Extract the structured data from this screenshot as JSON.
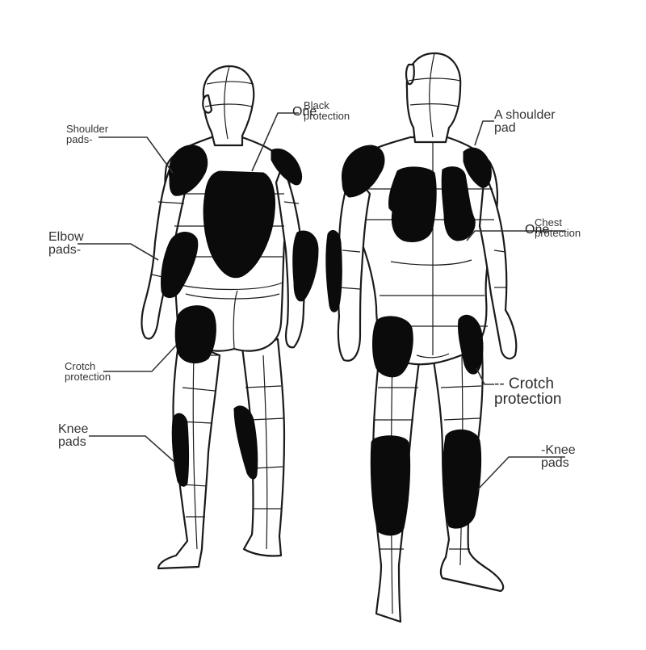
{
  "labels": {
    "shoulder_pads": "Shoulder\npads-",
    "elbow_pads": "Elbow\npads-",
    "crotch_back": "Crotch\nprotection",
    "knee_back": "Knee\npads",
    "back_protection": "Black\nprotection",
    "back_overlay": "One",
    "a_shoulder_pad": "A shoulder\npad",
    "chest_protection": "Chest\nprotection",
    "chest_overlay": "One",
    "crotch_front": "-- Crotch\nprotection",
    "knee_front": "-Knee\npads"
  },
  "colors": {
    "outline": "#1a1a1a",
    "pad": "#0b0b0b",
    "label_text": "#333333",
    "background": "#ffffff"
  }
}
